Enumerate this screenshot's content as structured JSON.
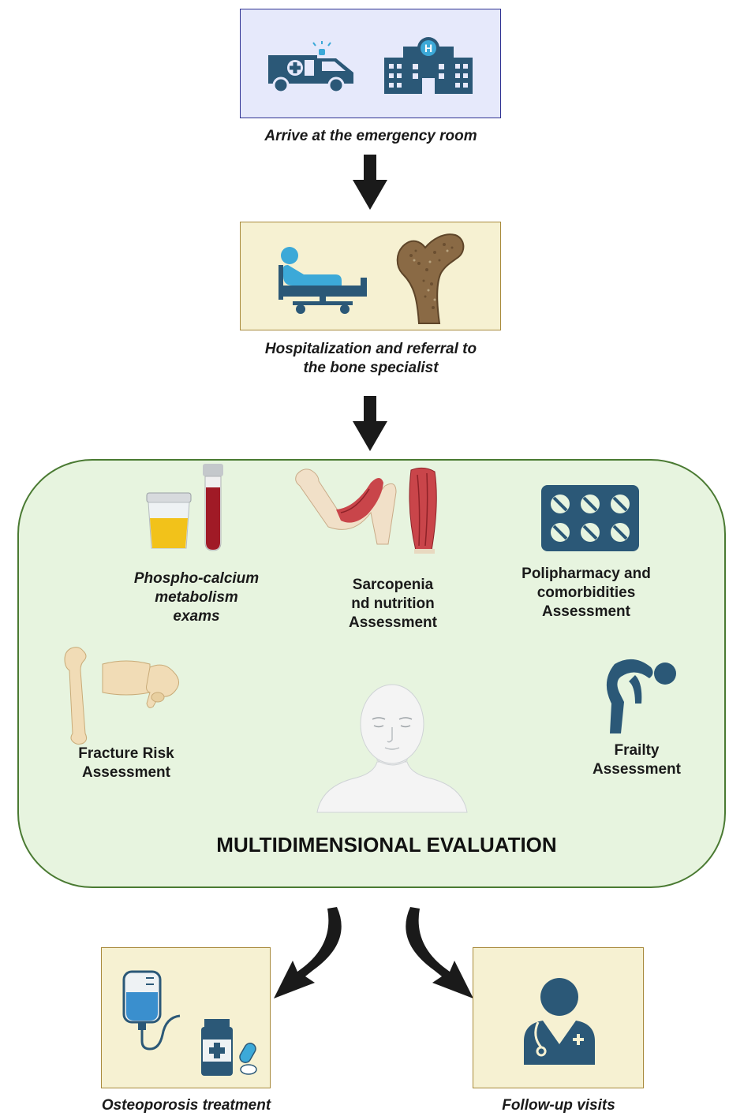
{
  "steps": {
    "er": {
      "caption": "Arrive at the emergency room"
    },
    "hosp": {
      "caption_line1": "Hospitalization and referral to",
      "caption_line2": "the bone specialist"
    }
  },
  "evaluation": {
    "title": "MULTIDIMENSIONAL EVALUATION",
    "items": {
      "phospho": {
        "line1": "Phospho-calcium",
        "line2": "metabolism",
        "line3": "exams"
      },
      "sarcopenia": {
        "line1": "Sarcopenia",
        "line2": "nd nutrition",
        "line3": "Assessment"
      },
      "polipharmacy": {
        "line1": "Polipharmacy and",
        "line2": "comorbidities",
        "line3": "Assessment"
      },
      "fracture": {
        "line1": "Fracture Risk",
        "line2": "Assessment"
      },
      "frailty": {
        "line1": "Frailty",
        "line2": "Assessment"
      }
    }
  },
  "outcomes": {
    "treatment": {
      "caption": "Osteoporosis treatment"
    },
    "followup": {
      "caption": "Follow-up visits"
    }
  },
  "colors": {
    "er_box_fill": "#e6e9fb",
    "er_box_border": "#2e3192",
    "beige_fill": "#f6f1d2",
    "beige_border": "#a88a3c",
    "green_fill": "#e7f4df",
    "green_border": "#4a7a32",
    "icon_blue": "#2b5877",
    "arrow": "#1a1a1a"
  },
  "icons": [
    "ambulance-icon",
    "hospital-icon",
    "hospital-bed-icon",
    "femur-bone-icon",
    "urine-cup-icon",
    "blood-tube-icon",
    "arm-muscle-icon",
    "thigh-muscle-icon",
    "pill-blister-icon",
    "femur-icon",
    "vertebra-icon",
    "patient-head-icon",
    "frailty-person-icon",
    "iv-bag-icon",
    "medicine-bottle-icon",
    "capsule-icon",
    "doctor-icon"
  ]
}
